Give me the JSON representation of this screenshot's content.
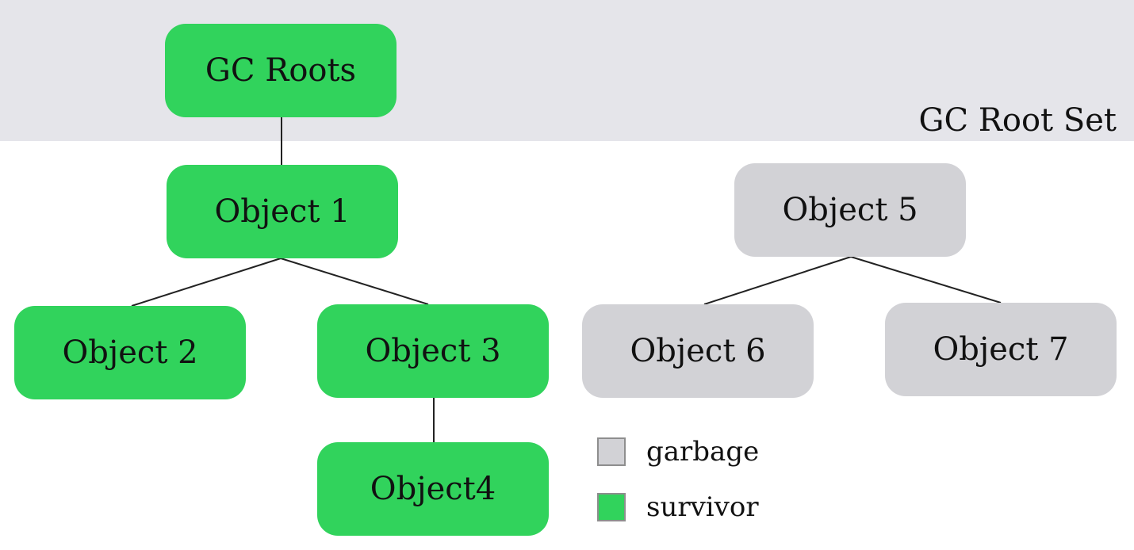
{
  "band": {
    "label": "GC Root Set",
    "color": "#e5e5ea"
  },
  "colors": {
    "survivor": "#31d35c",
    "garbage": "#d2d2d6",
    "edge": "#222222"
  },
  "nodes": {
    "gc_roots": {
      "label": "GC Roots",
      "status": "survivor"
    },
    "object1": {
      "label": "Object 1",
      "status": "survivor"
    },
    "object2": {
      "label": "Object 2",
      "status": "survivor"
    },
    "object3": {
      "label": "Object 3",
      "status": "survivor"
    },
    "object4": {
      "label": "Object4",
      "status": "survivor"
    },
    "object5": {
      "label": "Object 5",
      "status": "garbage"
    },
    "object6": {
      "label": "Object 6",
      "status": "garbage"
    },
    "object7": {
      "label": "Object 7",
      "status": "garbage"
    }
  },
  "edges": [
    {
      "from": "gc_roots",
      "to": "object1"
    },
    {
      "from": "object1",
      "to": "object2"
    },
    {
      "from": "object1",
      "to": "object3"
    },
    {
      "from": "object3",
      "to": "object4"
    },
    {
      "from": "object5",
      "to": "object6"
    },
    {
      "from": "object5",
      "to": "object7"
    }
  ],
  "legend": {
    "garbage": "garbage",
    "survivor": "survivor"
  }
}
